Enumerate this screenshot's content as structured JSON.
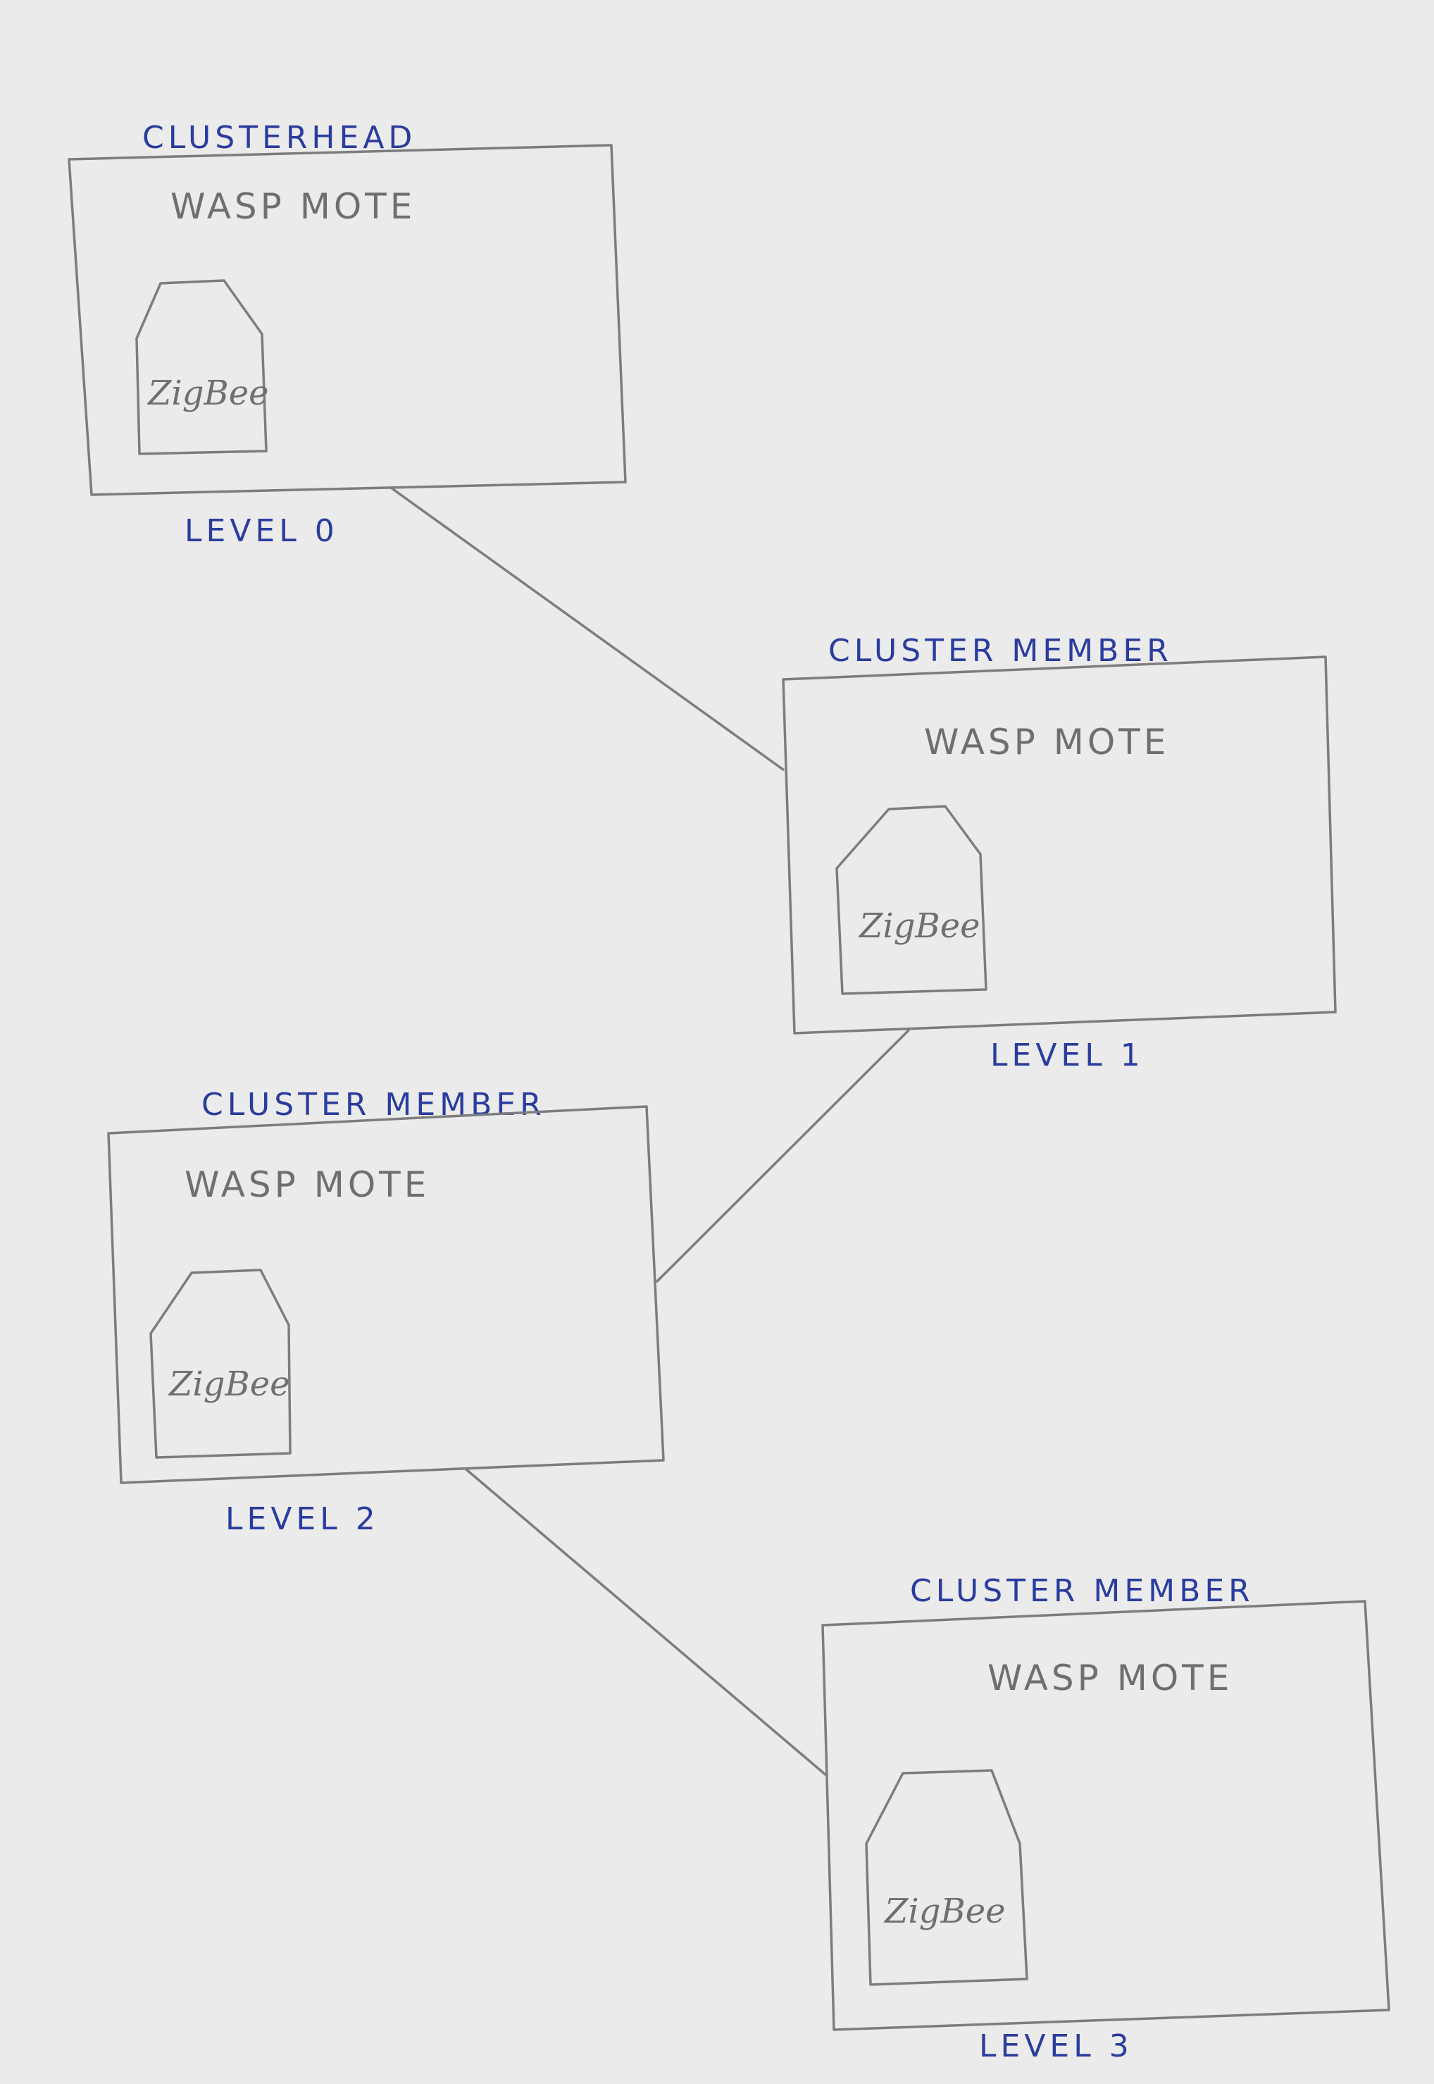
{
  "nodes": [
    {
      "role": "CLUSTERHEAD",
      "device": "WASP MOTE",
      "radio": "ZigBee",
      "level": "LEVEL 0"
    },
    {
      "role": "CLUSTER MEMBER",
      "device": "WASP MOTE",
      "radio": "ZigBee",
      "level": "LEVEL 1"
    },
    {
      "role": "CLUSTER MEMBER",
      "device": "WASP MOTE",
      "radio": "ZigBee",
      "level": "LEVEL 2"
    },
    {
      "role": "CLUSTER MEMBER",
      "device": "WASP MOTE",
      "radio": "ZigBee",
      "level": "LEVEL 3"
    }
  ],
  "links": [
    {
      "from": "LEVEL 0",
      "to": "LEVEL 1"
    },
    {
      "from": "LEVEL 1",
      "to": "LEVEL 2"
    },
    {
      "from": "LEVEL 2",
      "to": "LEVEL 3"
    }
  ],
  "colors": {
    "paper": "#ebebeb",
    "pencil": "#7d7d7d",
    "ink": "#2a3c9e"
  }
}
